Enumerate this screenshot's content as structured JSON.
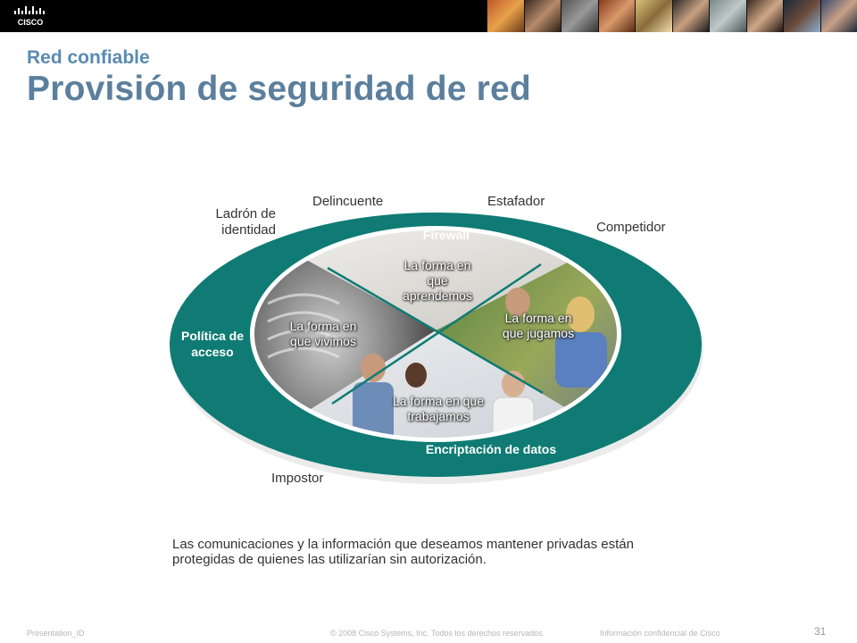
{
  "header": {
    "logo_text": "CISCO",
    "brand_colors": {
      "bar": "#000000",
      "ring": "#0f7b74",
      "title": "#5b7f9c",
      "subtitle": "#5a8bb0"
    }
  },
  "slide": {
    "subtitle": "Red confiable",
    "title": "Provisión de seguridad de red"
  },
  "threats": {
    "identity_thief_line1": "Ladrón de",
    "identity_thief_line2": "identidad",
    "criminal": "Delincuente",
    "fraudster": "Estafador",
    "competitor": "Competidor",
    "impostor": "Impostor"
  },
  "ring": {
    "top": "Firewall",
    "left_line1": "Política de",
    "left_line2": "acceso",
    "bottom": "Encriptación de datos"
  },
  "segments": {
    "learn_1": "La forma en",
    "learn_2": "que",
    "learn_3": "aprendemos",
    "live_1": "La forma en",
    "live_2": "que vivimos",
    "play_1": "La forma en",
    "play_2": "que jugamos",
    "work_1": "La forma en que",
    "work_2": "trabajamos"
  },
  "caption": {
    "line1": "Las comunicaciones y la información que deseamos mantener privadas están",
    "line2": "protegidas de quienes las utilizarían sin autorización."
  },
  "footer": {
    "presentation_id": "Presentation_ID",
    "copyright": "© 2008 Cisco Systems, Inc. Todos los derechos reservados.",
    "confidential": "Información confidencial de Cisco",
    "page": "31"
  }
}
